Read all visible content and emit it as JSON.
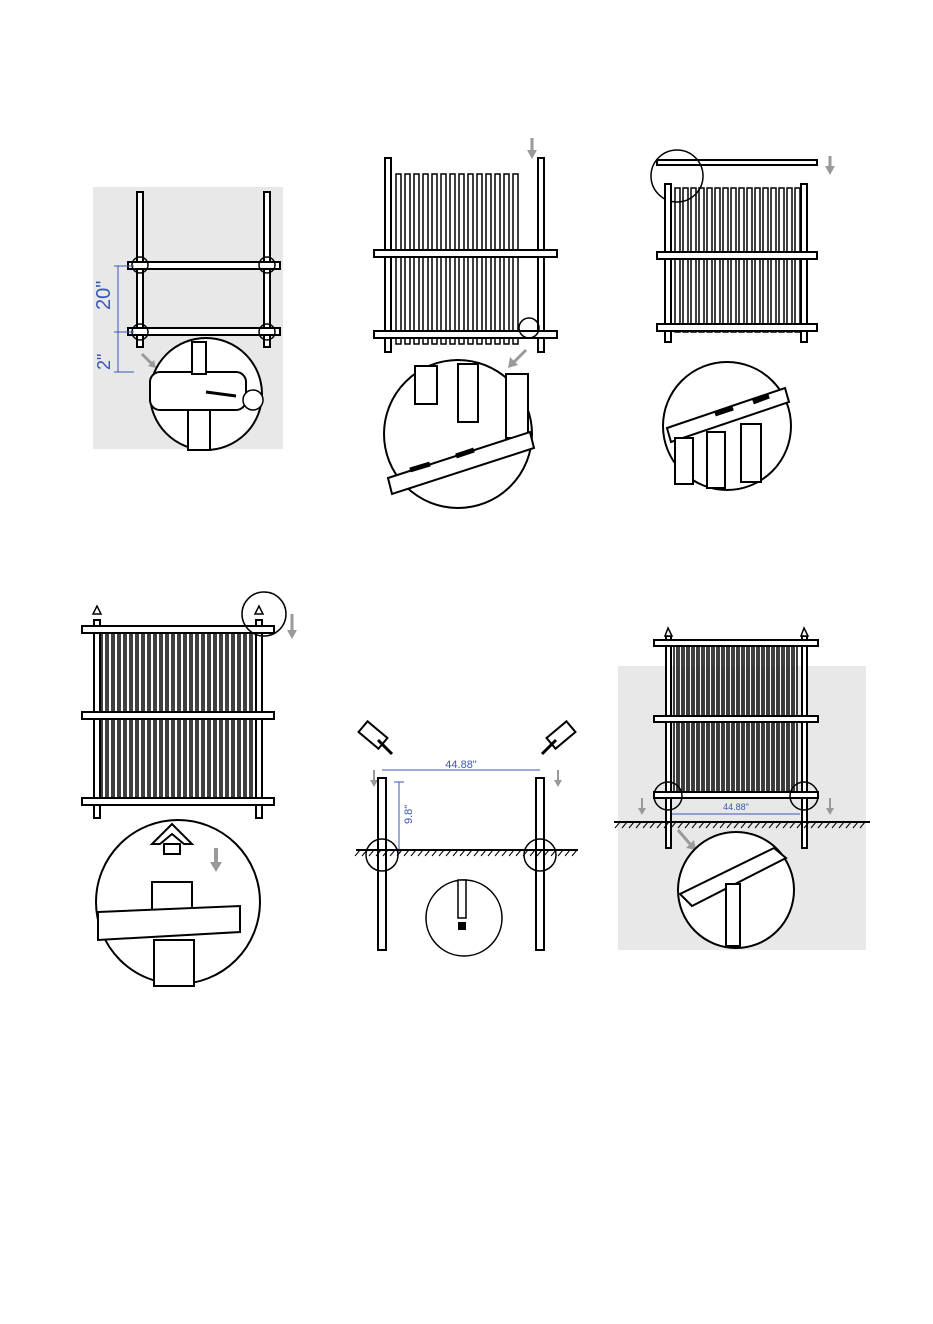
{
  "colors": {
    "line": "#000000",
    "dimension": "#3a57b5",
    "arrow": "#9a9a9a",
    "panel_bg": "#e8e8e8"
  },
  "steps": [
    {
      "dims": {
        "rail_spacing": "20\"",
        "bottom_offset": "2\""
      }
    },
    {
      "dims": {}
    },
    {
      "dims": {}
    },
    {
      "dims": {}
    },
    {
      "dims": {
        "post_spacing": "44.88\"",
        "post_depth": "9.8\""
      }
    },
    {
      "dims": {
        "post_spacing": "44.88\""
      }
    }
  ]
}
